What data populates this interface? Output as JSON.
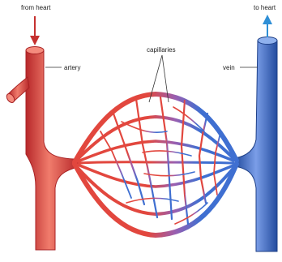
{
  "labels": {
    "from_heart": "from heart",
    "to_heart": "to heart",
    "artery": "artery",
    "capillaries": "capillaries",
    "vein": "vein"
  },
  "colors": {
    "artery": "#e2473e",
    "artery_dark": "#b8282a",
    "artery_light": "#f07c6c",
    "vein": "#3f6fd1",
    "vein_dark": "#234c9f",
    "vein_light": "#7b9ee8",
    "arrow_in": "#c5312f",
    "arrow_out": "#2f8fd6",
    "leader": "#333333"
  }
}
